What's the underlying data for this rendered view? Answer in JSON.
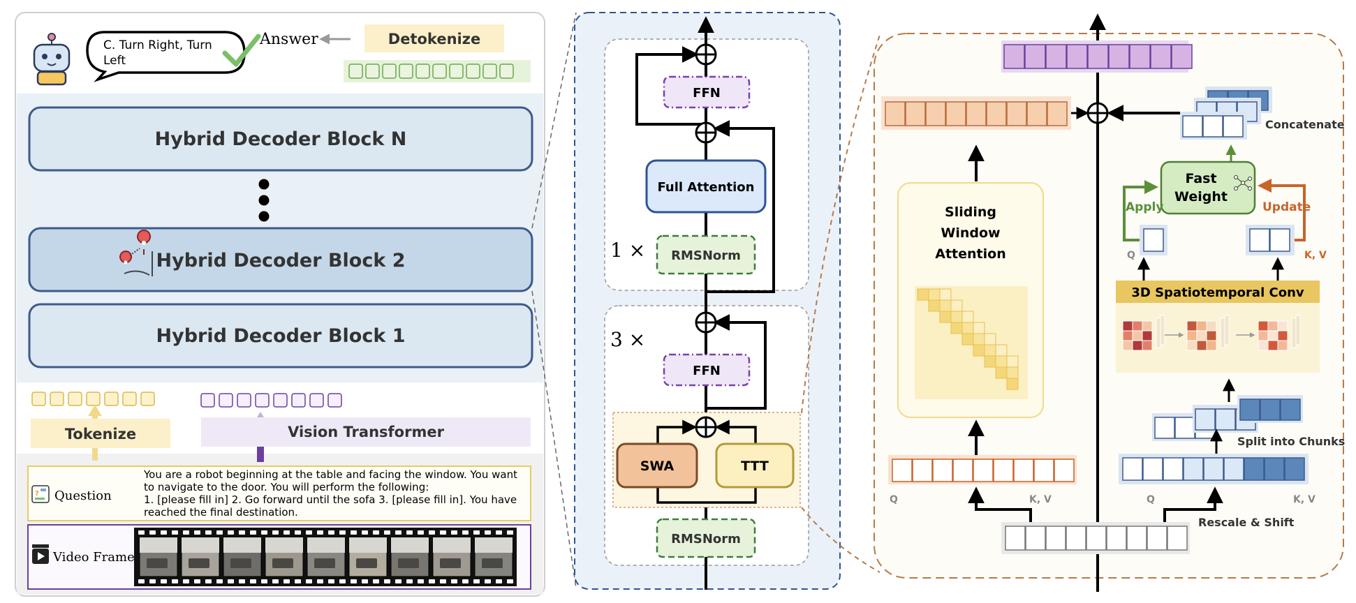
{
  "answer": {
    "choice_line1": "C. Turn Right, Turn",
    "choice_line2": "Left",
    "label": "Answer",
    "detokenize": "Detokenize"
  },
  "decoder": {
    "block_n": "Hybrid Decoder Block N",
    "block_2": "Hybrid Decoder Block 2",
    "block_1": "Hybrid Decoder Block 1"
  },
  "inputs": {
    "tokenize": "Tokenize",
    "vision_transformer": "Vision Transformer",
    "question_label": "Question",
    "question_lines": [
      "You are a robot beginning at the table and facing the window. You want",
      "to navigate to the door. You will perform the following:",
      "1. [please fill in] 2. Go forward until the sofa 3. [please fill in]. You have",
      "reached the final destination."
    ],
    "video_label": "Video Frames"
  },
  "middle": {
    "ffn": "FFN",
    "full_attention": "Full Attention",
    "rmsnorm": "RMSNorm",
    "repeat_top": "1 ×",
    "repeat_bottom": "3 ×",
    "swa": "SWA",
    "ttt": "TTT"
  },
  "right": {
    "swa_title": [
      "Sliding",
      "Window",
      "Attention"
    ],
    "fast_weight": [
      "Fast",
      "Weight"
    ],
    "apply": "Apply",
    "update": "Update",
    "concatenate": "Concatenate",
    "conv": "3D Spatiotemporal Conv",
    "split": "Split into Chunks",
    "rescale": "Rescale & Shift",
    "q": "Q",
    "kv": "K, V"
  },
  "colors": {
    "decoder_fill": "#dce8f1",
    "decoder_stroke": "#3d5a8c",
    "tokenize_fill": "#fbf0c9",
    "vit_fill": "#efe9f7",
    "orange_fill": "#f6cfae",
    "purple_fill": "#d5b4e3",
    "blue_token": "#5b87bb",
    "green_fill": "#d5ecc2",
    "swa_fill": "#f2c29a",
    "ttt_fill": "#fdf0c0",
    "apply": "#5c8e3a",
    "update": "#c8642a"
  },
  "icons": [
    "robot-icon",
    "checkmark-icon",
    "location-pins-icon",
    "question-icon",
    "video-icon",
    "neural-network-icon"
  ]
}
